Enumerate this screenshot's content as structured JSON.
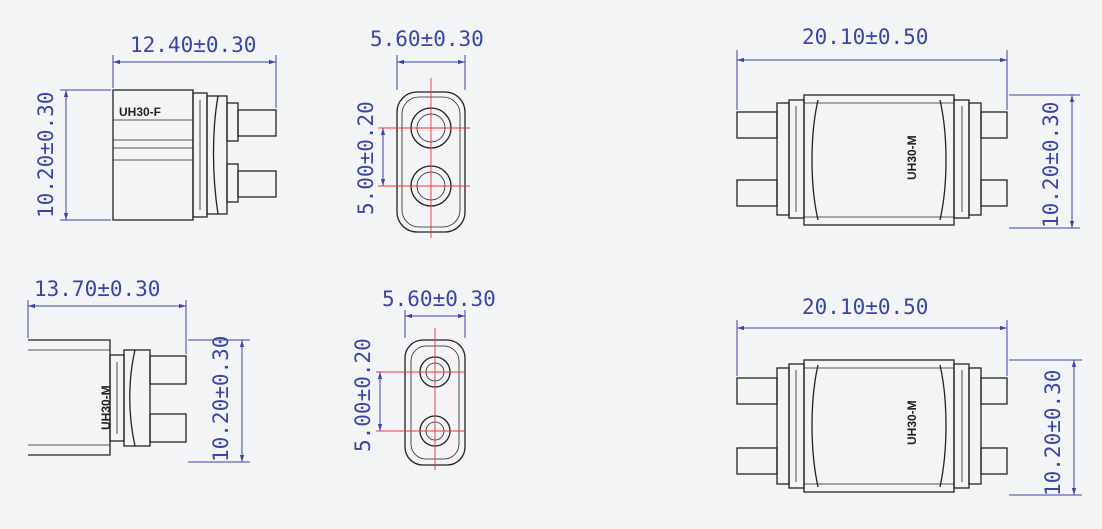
{
  "colors": {
    "dimension": "#3846a6",
    "outline": "#222222",
    "centerline": "#ee3333",
    "background": "#f3f4f6"
  },
  "female_side": {
    "label": "UH30-F",
    "width_dim": "12.40±0.30",
    "height_dim": "10.20±0.30"
  },
  "female_face": {
    "width_dim": "5.60±0.30",
    "pitch_dim": "5.00±0.20"
  },
  "male_side_short": {
    "label": "UH30-M",
    "width_dim": "13.70±0.30",
    "height_dim": "10.20±0.30"
  },
  "male_face": {
    "width_dim": "5.60±0.30",
    "pitch_dim": "5.00±0.20"
  },
  "mated_top": {
    "label": "UH30-M",
    "width_dim": "20.10±0.50",
    "height_dim": "10.20±0.30"
  },
  "mated_bottom": {
    "label": "UH30-M",
    "width_dim": "20.10±0.50",
    "height_dim": "10.20±0.30"
  }
}
